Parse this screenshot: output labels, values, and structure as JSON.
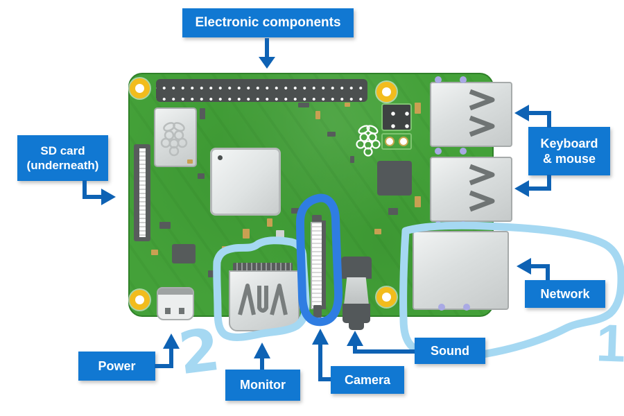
{
  "labels": {
    "electronic_components": "Electronic components",
    "sd_card_line1": "SD card",
    "sd_card_line2": "(underneath)",
    "keyboard_mouse_line1": "Keyboard",
    "keyboard_mouse_line2": "& mouse",
    "network": "Network",
    "power": "Power",
    "monitor": "Monitor",
    "camera": "Camera",
    "sound": "Sound"
  },
  "annotations": {
    "network_mark": "1",
    "monitor_mark": "2"
  },
  "icons": {
    "board_logo": "raspberry-outline"
  },
  "colors": {
    "label_bg": "#1178d2",
    "label_text": "#ffffff",
    "arrow": "#0e62b4",
    "hand_light_blue": "#a5d8f2",
    "hand_dark_blue": "#2f7de2",
    "board_green": "#44a139",
    "port_silver": "#d9dcdc",
    "mount_hole_yellow": "#f2bc1d"
  }
}
